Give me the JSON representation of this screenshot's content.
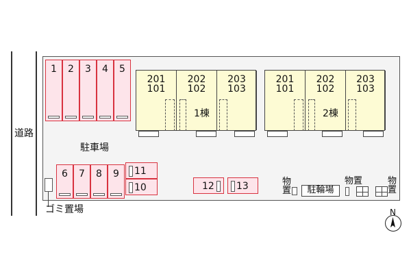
{
  "road": {
    "label": "道路"
  },
  "parking_label": "駐車場",
  "garbage_label": "ゴミ置場",
  "bike_label": "駐輪場",
  "storage_label": "物置",
  "north_label": "N",
  "top_spaces": [
    "1",
    "2",
    "3",
    "4",
    "5"
  ],
  "bottom_spaces": [
    "6",
    "7",
    "8",
    "9"
  ],
  "side_spaces": [
    "11",
    "10"
  ],
  "small_spaces": [
    "12",
    "13"
  ],
  "building1": {
    "label": "1棟",
    "units": [
      {
        "upper": "201",
        "lower": "101"
      },
      {
        "upper": "202",
        "lower": "102"
      },
      {
        "upper": "203",
        "lower": "103"
      }
    ]
  },
  "building2": {
    "label": "2棟",
    "units": [
      {
        "upper": "201",
        "lower": "101"
      },
      {
        "upper": "202",
        "lower": "102"
      },
      {
        "upper": "203",
        "lower": "103"
      }
    ]
  },
  "colors": {
    "parking_fill": "#fde4ea",
    "parking_border": "#d8323f",
    "building_fill": "#fdfbd4",
    "lot_fill": "#f4f4f4"
  }
}
